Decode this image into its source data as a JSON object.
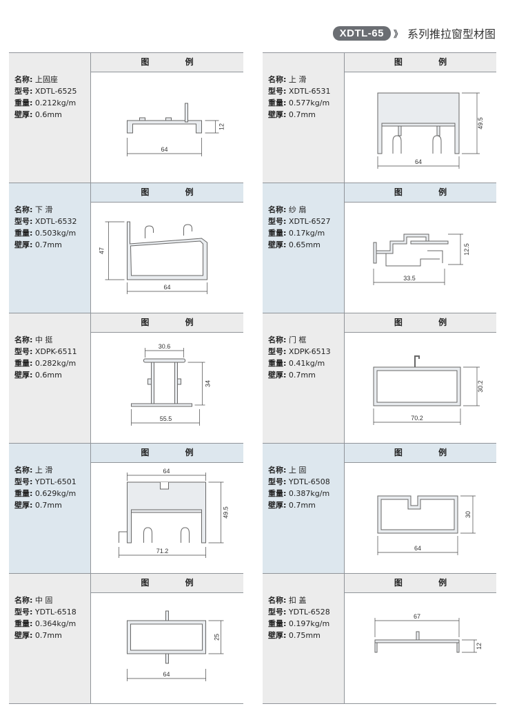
{
  "header": {
    "badge": "XDTL-65",
    "chevrons": "》",
    "title": "系列推拉窗型材图"
  },
  "legend_label": "图  例",
  "labels": {
    "name": "名称:",
    "model": "型号:",
    "weight": "重量:",
    "wall": "壁厚:"
  },
  "left": [
    {
      "name": "上固座",
      "model": "XDTL-6525",
      "weight": "0.212kg/m",
      "wall": "0.6mm",
      "dims": [
        "64",
        "12"
      ]
    },
    {
      "name": "下 滑",
      "model": "XDTL-6532",
      "weight": "0.503kg/m",
      "wall": "0.7mm",
      "dims": [
        "64",
        "47"
      ]
    },
    {
      "name": "中 挺",
      "model": "XDPK-6511",
      "weight": "0.282kg/m",
      "wall": "0.6mm",
      "dims": [
        "30.6",
        "55.5",
        "34"
      ]
    },
    {
      "name": "上 滑",
      "model": "YDTL-6501",
      "weight": "0.629kg/m",
      "wall": "0.7mm",
      "dims": [
        "64",
        "71.2",
        "49.5"
      ]
    },
    {
      "name": "中 固",
      "model": "YDTL-6518",
      "weight": "0.364kg/m",
      "wall": "0.7mm",
      "dims": [
        "64",
        "25"
      ]
    }
  ],
  "right": [
    {
      "name": "上 滑",
      "model": "XDTL-6531",
      "weight": "0.577kg/m",
      "wall": "0.7mm",
      "dims": [
        "64",
        "49.5"
      ]
    },
    {
      "name": "纱 扇",
      "model": "XDTL-6527",
      "weight": "0.17kg/m",
      "wall": "0.65mm",
      "dims": [
        "33.5",
        "12.5"
      ]
    },
    {
      "name": "门 框",
      "model": "XDPK-6513",
      "weight": "0.41kg/m",
      "wall": "0.7mm",
      "dims": [
        "70.2",
        "30.2"
      ]
    },
    {
      "name": "上 固",
      "model": "YDTL-6508",
      "weight": "0.387kg/m",
      "wall": "0.7mm",
      "dims": [
        "64",
        "30"
      ]
    },
    {
      "name": "扣 盖",
      "model": "YDTL-6528",
      "weight": "0.197kg/m",
      "wall": "0.75mm",
      "dims": [
        "67",
        "12"
      ]
    }
  ]
}
